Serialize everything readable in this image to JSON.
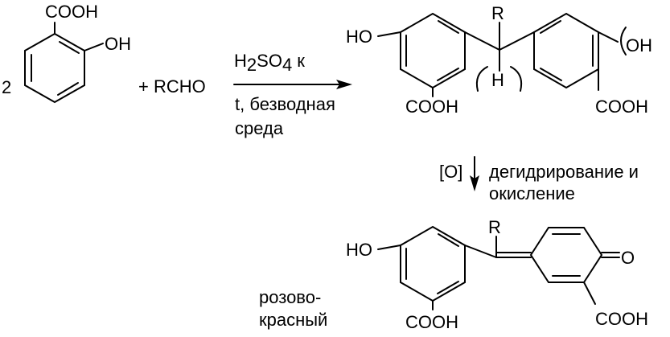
{
  "reactant": {
    "coefficient": "2",
    "cooh": "COOH",
    "oh": "OH"
  },
  "plus_aldehyde": "+ RCHO",
  "conditions": {
    "acid_h": "H",
    "acid_sub2": "2",
    "acid_so": "SO",
    "acid_sub4": "4",
    "acid_k": "к",
    "line1": "t, безводная",
    "line2": "среда"
  },
  "intermediate": {
    "ho": "HO",
    "r": "R",
    "h": "H",
    "oh": "OH",
    "cooh_left": "COOH",
    "cooh_right": "COOH"
  },
  "step2": {
    "reagent": "[O]",
    "line1": "дегидрирование и",
    "line2": "окисление"
  },
  "product": {
    "ho": "HO",
    "r": "R",
    "o": "O",
    "cooh_left": "COOH",
    "cooh_right": "COOH",
    "color_line1": "розово-",
    "color_line2": "красный"
  },
  "colors": {
    "ink": "#000000",
    "background": "#ffffff"
  }
}
